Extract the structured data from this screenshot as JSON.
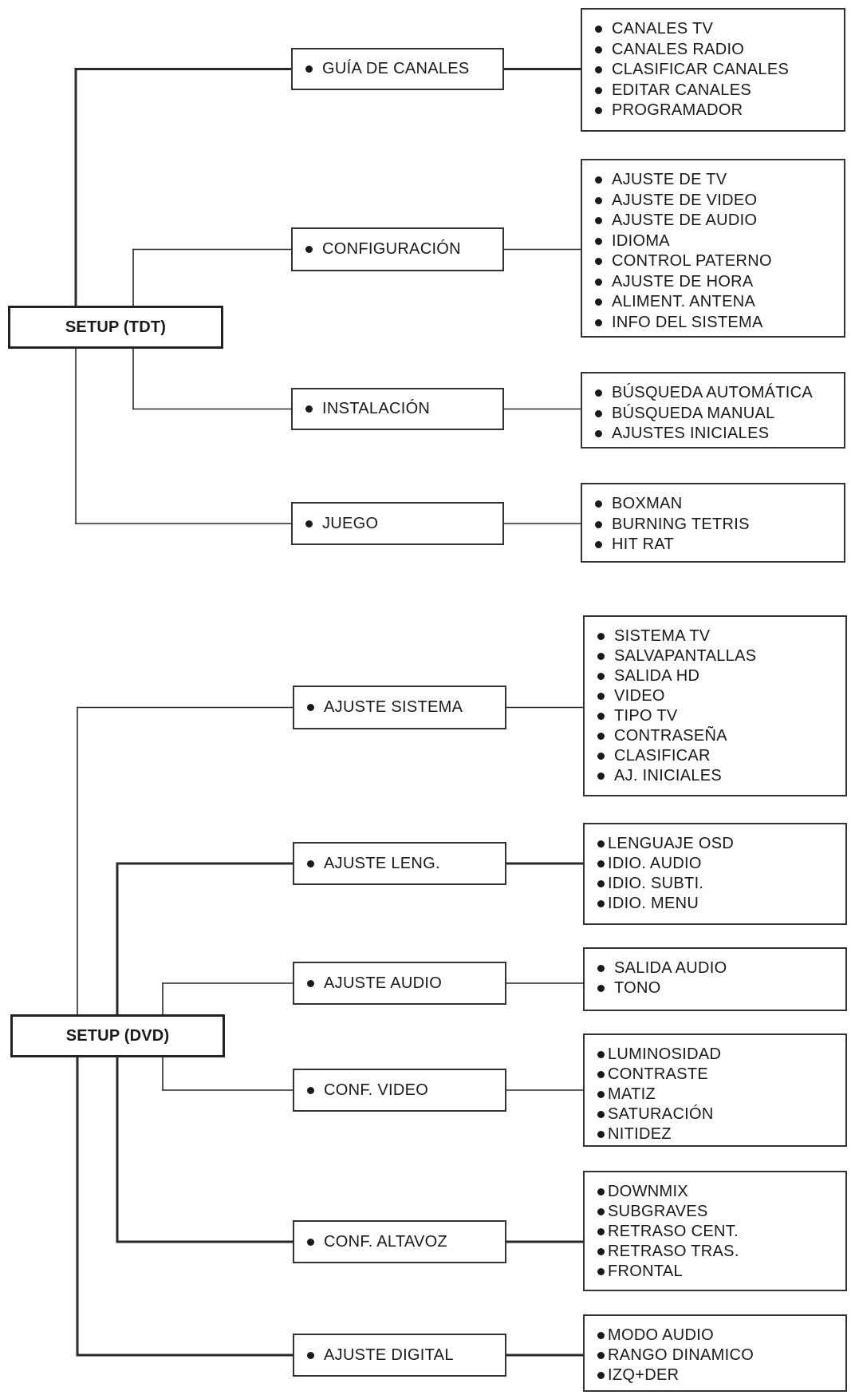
{
  "trees": [
    {
      "root": "SETUP (TDT)",
      "branches": [
        {
          "label": "GUÍA DE CANALES",
          "items": [
            "CANALES TV",
            "CANALES RADIO",
            "CLASIFICAR CANALES",
            "EDITAR CANALES",
            "PROGRAMADOR"
          ]
        },
        {
          "label": "CONFIGURACIÓN",
          "items": [
            "AJUSTE DE TV",
            "AJUSTE DE VIDEO",
            "AJUSTE DE AUDIO",
            "IDIOMA",
            "CONTROL PATERNO",
            "AJUSTE DE HORA",
            "ALIMENT. ANTENA",
            "INFO DEL SISTEMA"
          ]
        },
        {
          "label": "INSTALACIÓN",
          "items": [
            "BÚSQUEDA AUTOMÁTICA",
            "BÚSQUEDA MANUAL",
            "AJUSTES INICIALES"
          ]
        },
        {
          "label": "JUEGO",
          "items": [
            "BOXMAN",
            "BURNING TETRIS",
            "HIT RAT"
          ]
        }
      ]
    },
    {
      "root": "SETUP (DVD)",
      "branches": [
        {
          "label": "AJUSTE SISTEMA",
          "items": [
            "SISTEMA TV",
            "SALVAPANTALLAS",
            "SALIDA HD",
            "VIDEO",
            "TIPO TV",
            "CONTRASEÑA",
            "CLASIFICAR",
            "AJ. INICIALES"
          ]
        },
        {
          "label": "AJUSTE LENG.",
          "items": [
            "LENGUAJE OSD",
            "IDIO. AUDIO",
            "IDIO. SUBTI.",
            "IDIO. MENU"
          ]
        },
        {
          "label": "AJUSTE AUDIO",
          "items": [
            "SALIDA AUDIO",
            "TONO"
          ]
        },
        {
          "label": "CONF. VIDEO",
          "items": [
            "LUMINOSIDAD",
            "CONTRASTE",
            "MATIZ",
            "SATURACIÓN",
            "NITIDEZ"
          ]
        },
        {
          "label": "CONF. ALTAVOZ",
          "items": [
            "DOWNMIX",
            "SUBGRAVES",
            "RETRASO CENT.",
            "RETRASO TRAS.",
            "FRONTAL"
          ]
        },
        {
          "label": "AJUSTE DIGITAL",
          "items": [
            "MODO AUDIO",
            "RANGO DINAMICO",
            "IZQ+DER"
          ]
        }
      ]
    }
  ]
}
